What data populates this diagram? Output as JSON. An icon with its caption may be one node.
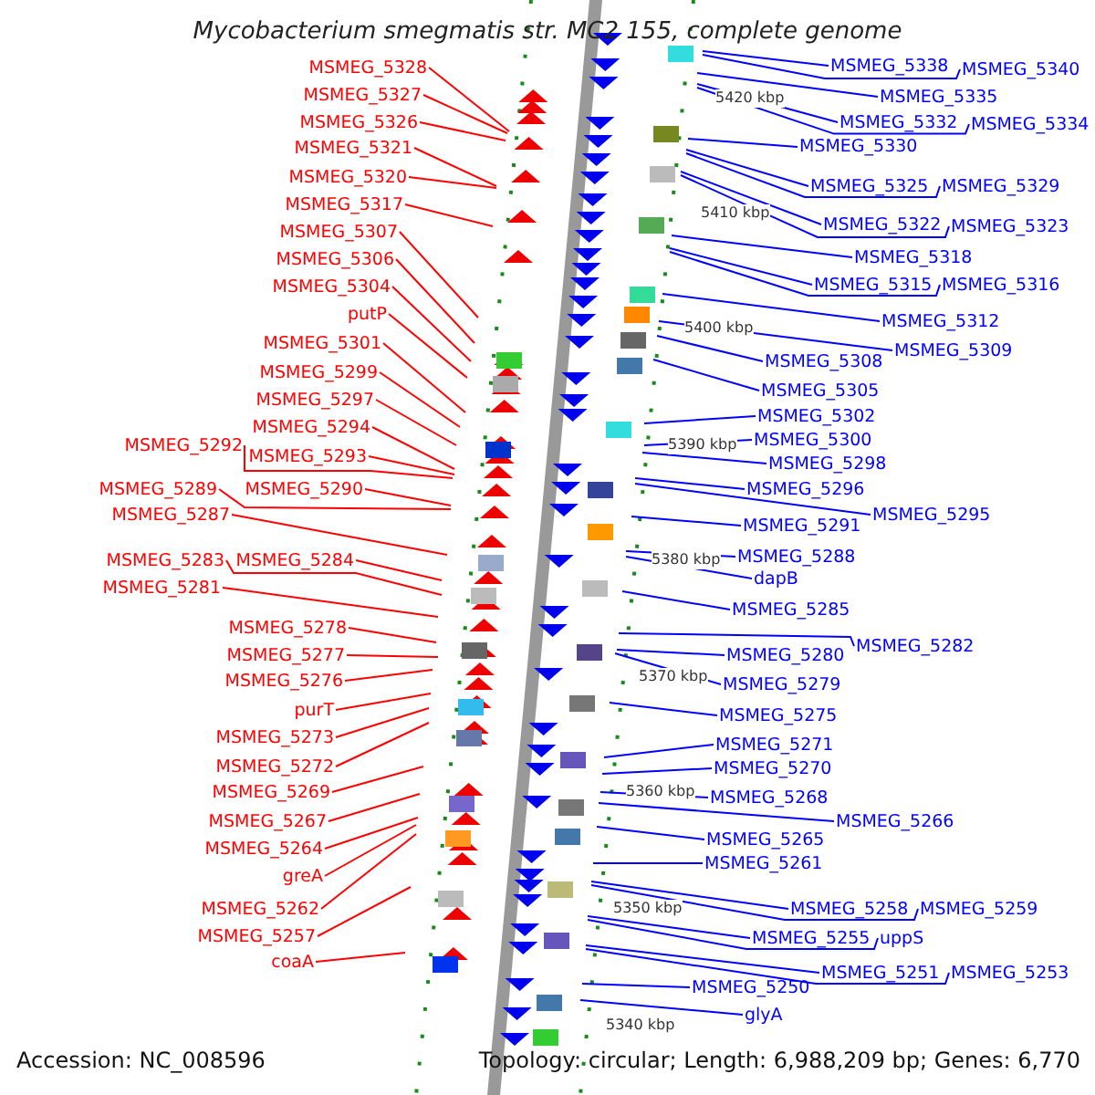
{
  "diagram": {
    "title": "Mycobacterium smegmatis str. MC2 155, complete genome",
    "nodes": [
      {
        "text": [
          "MSMEG_5328"
        ]
      },
      {
        "text": [
          "MSMEG_5327"
        ]
      },
      {
        "text": [
          "MSMEG_5326"
        ]
      },
      {
        "text": [
          "MSMEG_5321"
        ]
      },
      {
        "text": [
          "MSMEG_5320"
        ]
      },
      {
        "text": [
          "MSMEG_5317"
        ]
      },
      {
        "text": [
          "MSMEG_5307"
        ]
      },
      {
        "text": [
          "MSMEG_5306"
        ]
      },
      {
        "text": [
          "MSMEG_5304"
        ]
      },
      {
        "text": [
          "putP"
        ]
      },
      {
        "text": [
          "MSMEG_5301"
        ]
      },
      {
        "text": [
          "MSMEG_5299"
        ]
      },
      {
        "text": [
          "MSMEG_5297"
        ]
      },
      {
        "text": [
          "MSMEG_5294"
        ]
      },
      {
        "text": [
          "MSMEG_5292"
        ]
      },
      {
        "text": [
          "MSMEG_5293"
        ]
      },
      {
        "text": [
          "MSMEG_5290"
        ]
      },
      {
        "text": [
          "MSMEG_5289"
        ]
      },
      {
        "text": [
          "MSMEG_5287"
        ]
      },
      {
        "text": [
          "MSMEG_5284"
        ]
      },
      {
        "text": [
          "MSMEG_5283"
        ]
      },
      {
        "text": [
          "MSMEG_5281"
        ]
      },
      {
        "text": [
          "MSMEG_5278"
        ]
      },
      {
        "text": [
          "MSMEG_5277"
        ]
      },
      {
        "text": [
          "MSMEG_5276"
        ]
      },
      {
        "text": [
          "purT"
        ]
      },
      {
        "text": [
          "MSMEG_5273"
        ]
      },
      {
        "text": [
          "MSMEG_5272"
        ]
      },
      {
        "text": [
          "MSMEG_5269"
        ]
      },
      {
        "text": [
          "MSMEG_5267"
        ]
      },
      {
        "text": [
          "MSMEG_5264"
        ]
      },
      {
        "text": [
          "greA"
        ]
      },
      {
        "text": [
          "MSMEG_5262"
        ]
      },
      {
        "text": [
          "MSMEG_5257"
        ]
      },
      {
        "text": [
          "coaA"
        ]
      },
      {
        "text": [
          "MSMEG_5338"
        ]
      },
      {
        "text": [
          "MSMEG_5340"
        ]
      },
      {
        "text": [
          "MSMEG_5335"
        ]
      },
      {
        "text": [
          "MSMEG_5332"
        ]
      },
      {
        "text": [
          "MSMEG_5334"
        ]
      },
      {
        "text": [
          "MSMEG_5330"
        ]
      },
      {
        "text": [
          "MSMEG_5325"
        ]
      },
      {
        "text": [
          "MSMEG_5329"
        ]
      },
      {
        "text": [
          "MSMEG_5322"
        ]
      },
      {
        "text": [
          "MSMEG_5323"
        ]
      },
      {
        "text": [
          "MSMEG_5318"
        ]
      },
      {
        "text": [
          "MSMEG_5315"
        ]
      },
      {
        "text": [
          "MSMEG_5316"
        ]
      },
      {
        "text": [
          "MSMEG_5312"
        ]
      },
      {
        "text": [
          "MSMEG_5309"
        ]
      },
      {
        "text": [
          "MSMEG_5308"
        ]
      },
      {
        "text": [
          "MSMEG_5305"
        ]
      },
      {
        "text": [
          "MSMEG_5302"
        ]
      },
      {
        "text": [
          "MSMEG_5300"
        ]
      },
      {
        "text": [
          "MSMEG_5298"
        ]
      },
      {
        "text": [
          "MSMEG_5296"
        ]
      },
      {
        "text": [
          "MSMEG_5295"
        ]
      },
      {
        "text": [
          "MSMEG_5291"
        ]
      },
      {
        "text": [
          "MSMEG_5288"
        ]
      },
      {
        "text": [
          "dapB"
        ]
      },
      {
        "text": [
          "MSMEG_5285"
        ]
      },
      {
        "text": [
          "MSMEG_5282"
        ]
      },
      {
        "text": [
          "MSMEG_5280"
        ]
      },
      {
        "text": [
          "MSMEG_5279"
        ]
      },
      {
        "text": [
          "MSMEG_5275"
        ]
      },
      {
        "text": [
          "MSMEG_5271"
        ]
      },
      {
        "text": [
          "MSMEG_5270"
        ]
      },
      {
        "text": [
          "MSMEG_5268"
        ]
      },
      {
        "text": [
          "MSMEG_5266"
        ]
      },
      {
        "text": [
          "MSMEG_5265"
        ]
      },
      {
        "text": [
          "MSMEG_5261"
        ]
      },
      {
        "text": [
          "MSMEG_5258"
        ]
      },
      {
        "text": [
          "MSMEG_5259"
        ]
      },
      {
        "text": [
          "MSMEG_5255"
        ]
      },
      {
        "text": [
          "uppS"
        ]
      },
      {
        "text": [
          "MSMEG_5251"
        ]
      },
      {
        "text": [
          "MSMEG_5253"
        ]
      },
      {
        "text": [
          "MSMEG_5250"
        ]
      },
      {
        "text": [
          "glyA"
        ]
      }
    ],
    "edges": [
      {
        "from": 0,
        "to": null,
        "arrow": "none",
        "color": "#ff0000"
      },
      {
        "from": 1,
        "to": null,
        "arrow": "none",
        "color": "#ff0000"
      },
      {
        "from": 2,
        "to": null,
        "arrow": "none",
        "color": "#ff0000"
      },
      {
        "from": 3,
        "to": null,
        "arrow": "none",
        "color": "#ff0000"
      },
      {
        "from": 4,
        "to": null,
        "arrow": "none",
        "color": "#ff0000"
      },
      {
        "from": 5,
        "to": null,
        "arrow": "none",
        "color": "#ff0000"
      },
      {
        "from": 6,
        "to": null,
        "arrow": "none",
        "color": "#ff0000"
      },
      {
        "from": 7,
        "to": null,
        "arrow": "none",
        "color": "#ff0000"
      },
      {
        "from": 8,
        "to": null,
        "arrow": "none",
        "color": "#ff0000"
      },
      {
        "from": 9,
        "to": null,
        "arrow": "none",
        "color": "#ff0000"
      },
      {
        "from": 10,
        "to": null,
        "arrow": "none",
        "color": "#ff0000"
      },
      {
        "from": 11,
        "to": null,
        "arrow": "none",
        "color": "#ff0000"
      },
      {
        "from": 12,
        "to": null,
        "arrow": "none",
        "color": "#ff0000"
      },
      {
        "from": 13,
        "to": null,
        "arrow": "none",
        "color": "#ff0000"
      },
      {
        "from": 14,
        "to": null,
        "arrow": "none",
        "color": "#ff0000"
      },
      {
        "from": 15,
        "to": null,
        "arrow": "none",
        "color": "#ff0000"
      },
      {
        "from": 16,
        "to": null,
        "arrow": "none",
        "color": "#ff0000"
      },
      {
        "from": 17,
        "to": null,
        "arrow": "none",
        "color": "#ff0000"
      },
      {
        "from": 18,
        "to": null,
        "arrow": "none",
        "color": "#ff0000"
      },
      {
        "from": 19,
        "to": null,
        "arrow": "none",
        "color": "#ff0000"
      },
      {
        "from": 20,
        "to": null,
        "arrow": "none",
        "color": "#ff0000"
      },
      {
        "from": 21,
        "to": null,
        "arrow": "none",
        "color": "#ff0000"
      },
      {
        "from": 22,
        "to": null,
        "arrow": "none",
        "color": "#ff0000"
      },
      {
        "from": 23,
        "to": null,
        "arrow": "none",
        "color": "#ff0000"
      },
      {
        "from": 24,
        "to": null,
        "arrow": "none",
        "color": "#ff0000"
      },
      {
        "from": 25,
        "to": null,
        "arrow": "none",
        "color": "#ff0000"
      },
      {
        "from": 26,
        "to": null,
        "arrow": "none",
        "color": "#ff0000"
      },
      {
        "from": 27,
        "to": null,
        "arrow": "none",
        "color": "#ff0000"
      },
      {
        "from": 28,
        "to": null,
        "arrow": "none",
        "color": "#ff0000"
      },
      {
        "from": 29,
        "to": null,
        "arrow": "none",
        "color": "#ff0000"
      },
      {
        "from": 30,
        "to": null,
        "arrow": "none",
        "color": "#ff0000"
      },
      {
        "from": 31,
        "to": null,
        "arrow": "none",
        "color": "#ff0000"
      },
      {
        "from": 32,
        "to": null,
        "arrow": "none",
        "color": "#ff0000"
      },
      {
        "from": 33,
        "to": null,
        "arrow": "none",
        "color": "#ff0000"
      },
      {
        "from": 34,
        "to": null,
        "arrow": "none",
        "color": "#ff0000"
      },
      {
        "from": 35,
        "to": null,
        "arrow": "none"
      },
      {
        "from": 36,
        "to": null,
        "arrow": "none"
      },
      {
        "from": 37,
        "to": null,
        "arrow": "none"
      },
      {
        "from": 38,
        "to": null,
        "arrow": "none"
      },
      {
        "from": 39,
        "to": null,
        "arrow": "none"
      },
      {
        "from": 40,
        "to": null,
        "arrow": "none"
      },
      {
        "from": 41,
        "to": null,
        "arrow": "none"
      },
      {
        "from": 42,
        "to": null,
        "arrow": "none"
      },
      {
        "from": 43,
        "to": null,
        "arrow": "none"
      },
      {
        "from": 44,
        "to": null,
        "arrow": "none"
      },
      {
        "from": 45,
        "to": null,
        "arrow": "none"
      },
      {
        "from": 46,
        "to": null,
        "arrow": "none"
      },
      {
        "from": 47,
        "to": null,
        "arrow": "none"
      },
      {
        "from": 48,
        "to": null,
        "arrow": "none"
      },
      {
        "from": 49,
        "to": null,
        "arrow": "none"
      },
      {
        "from": 50,
        "to": null,
        "arrow": "none"
      },
      {
        "from": 51,
        "to": null,
        "arrow": "none"
      },
      {
        "from": 52,
        "to": null,
        "arrow": "none"
      },
      {
        "from": 53,
        "to": null,
        "arrow": "none"
      },
      {
        "from": 54,
        "to": null,
        "arrow": "none"
      },
      {
        "from": 55,
        "to": null,
        "arrow": "none"
      },
      {
        "from": 56,
        "to": null,
        "arrow": "none"
      },
      {
        "from": 57,
        "to": null,
        "arrow": "none"
      },
      {
        "from": 58,
        "to": null,
        "arrow": "none"
      },
      {
        "from": 59,
        "to": null,
        "arrow": "none"
      },
      {
        "from": 60,
        "to": null,
        "arrow": "none"
      },
      {
        "from": 61,
        "to": null,
        "arrow": "none"
      },
      {
        "from": 62,
        "to": null,
        "arrow": "none"
      },
      {
        "from": 63,
        "to": null,
        "arrow": "none"
      },
      {
        "from": 64,
        "to": null,
        "arrow": "none"
      },
      {
        "from": 65,
        "to": null,
        "arrow": "none"
      },
      {
        "from": 66,
        "to": null,
        "arrow": "none"
      },
      {
        "from": 67,
        "to": null,
        "arrow": "none"
      },
      {
        "from": 68,
        "to": null,
        "arrow": "none"
      },
      {
        "from": 69,
        "to": null,
        "arrow": "none"
      },
      {
        "from": 70,
        "to": null,
        "arrow": "none"
      },
      {
        "from": 71,
        "to": null,
        "arrow": "none"
      },
      {
        "from": 72,
        "to": null,
        "arrow": "none"
      },
      {
        "from": 73,
        "to": null,
        "arrow": "none"
      },
      {
        "from": 74,
        "to": null,
        "arrow": "none"
      },
      {
        "from": 75,
        "to": null,
        "arrow": "none"
      },
      {
        "from": 76,
        "to": null,
        "arrow": "none"
      },
      {
        "from": 77,
        "to": null,
        "arrow": "none"
      },
      {
        "from": 78,
        "to": null,
        "arrow": "none"
      }
    ],
    "labels": [
      "5420 kbp",
      "5410 kbp",
      "5400 kbp",
      "5390 kbp",
      "5380 kbp",
      "5370 kbp",
      "5360 kbp",
      "5350 kbp",
      "5340 kbp",
      "Accession: NC_008596",
      "Topology: circular; Length: 6,988,209 bp; Genes: 6,770"
    ]
  }
}
